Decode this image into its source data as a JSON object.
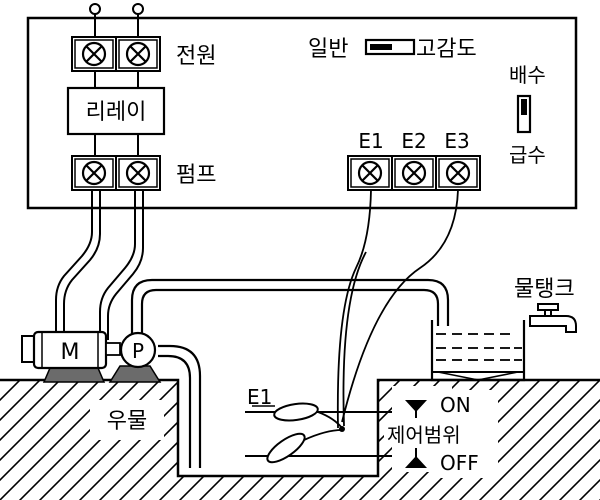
{
  "labels": {
    "power": "전원",
    "relay": "리레이",
    "pump_terminals": "펌프",
    "mode_normal": "일반",
    "mode_high": "고감도",
    "drain": "배수",
    "supply": "급수",
    "e1": "E1",
    "e2": "E2",
    "e3": "E3",
    "tank": "물탱크",
    "motor": "M",
    "pump": "P",
    "well": "우물",
    "electrode_e1": "E1",
    "on": "ON",
    "control_range": "제어범위",
    "off": "OFF"
  },
  "colors": {
    "line": "#000000",
    "ground_hatch": "#000000",
    "motor_base": "#6b6b6b",
    "background": "#ffffff"
  },
  "icons": {
    "terminal": "x-in-circle-terminal",
    "switch": "slide-switch",
    "faucet": "faucet-icon",
    "float": "electrode-float"
  }
}
